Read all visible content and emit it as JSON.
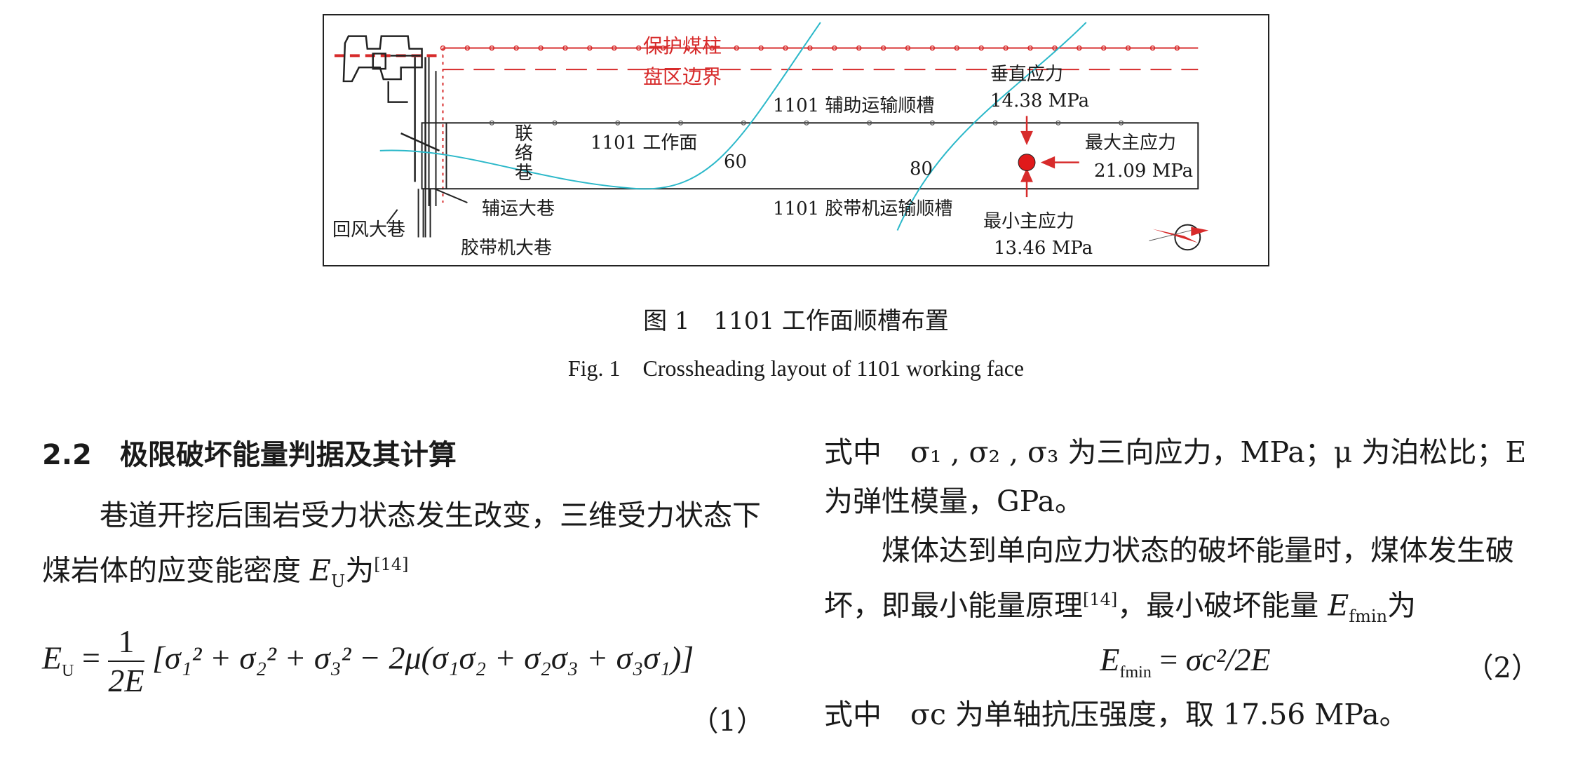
{
  "figure": {
    "labels": {
      "protective_pillar": "保护煤柱",
      "panel_boundary": "盘区边界",
      "vertical_stress": "垂直应力",
      "vertical_stress_value": "14.38 MPa",
      "aux_transport_gate": "1101 辅助运输顺槽",
      "working_face": "1101 工作面",
      "connecting_roadway": "联络巷",
      "contour_60": "60",
      "contour_80": "80",
      "max_principal_stress": "最大主应力",
      "max_principal_stress_value": "21.09 MPa",
      "min_principal_stress": "最小主应力",
      "min_principal_stress_value": "13.46 MPa",
      "belt_transport_gate": "1101 胶带机运输顺槽",
      "aux_main_roadway": "辅运大巷",
      "return_air_roadway": "回风大巷",
      "belt_main_roadway": "胶带机大巷"
    },
    "colors": {
      "red": "#d72b2b",
      "contour": "#2bb8c9",
      "line": "#222222"
    },
    "caption_zh": "图 1　1101 工作面顺槽布置",
    "caption_en": "Fig. 1　Crossheading layout of 1101 working face"
  },
  "section": {
    "heading": "2.2　极限破坏能量判据及其计算",
    "para1": "巷道开挖后围岩受力状态发生改变，三维受力状态下煤岩体的应变能密度",
    "para1_sym": "E",
    "para1_sub": "U",
    "para1_end": "为",
    "para1_ref": "[14]",
    "eq1": {
      "lhs": "E",
      "lhs_sub": "U",
      "eq": " = ",
      "num": "1",
      "den": "2E",
      "body": "[σ₁² + σ₂² + σ₃² − 2μ(σ₁σ₂ + σ₂σ₃ + σ₃σ₁)]",
      "number": "（1）"
    }
  },
  "right": {
    "line1": "式中　σ₁ , σ₂ , σ₃ 为三向应力，MPa；μ 为泊松比；E 为弹性模量，GPa。",
    "para2": "煤体达到单向应力状态的破坏能量时，煤体发生破坏，即最小能量原理",
    "para2_ref": "[14]",
    "para2_mid": "，最小破坏能量",
    "para2_sym": "E",
    "para2_sub": "fmin",
    "para2_end": "为",
    "eq2": {
      "lhs": "E",
      "lhs_sub": "fmin",
      "eq": " = ",
      "rhs": "σc²/2E",
      "number": "（2）"
    },
    "line3": "式中　σc 为单轴抗压强度，取 17.56 MPa。"
  }
}
